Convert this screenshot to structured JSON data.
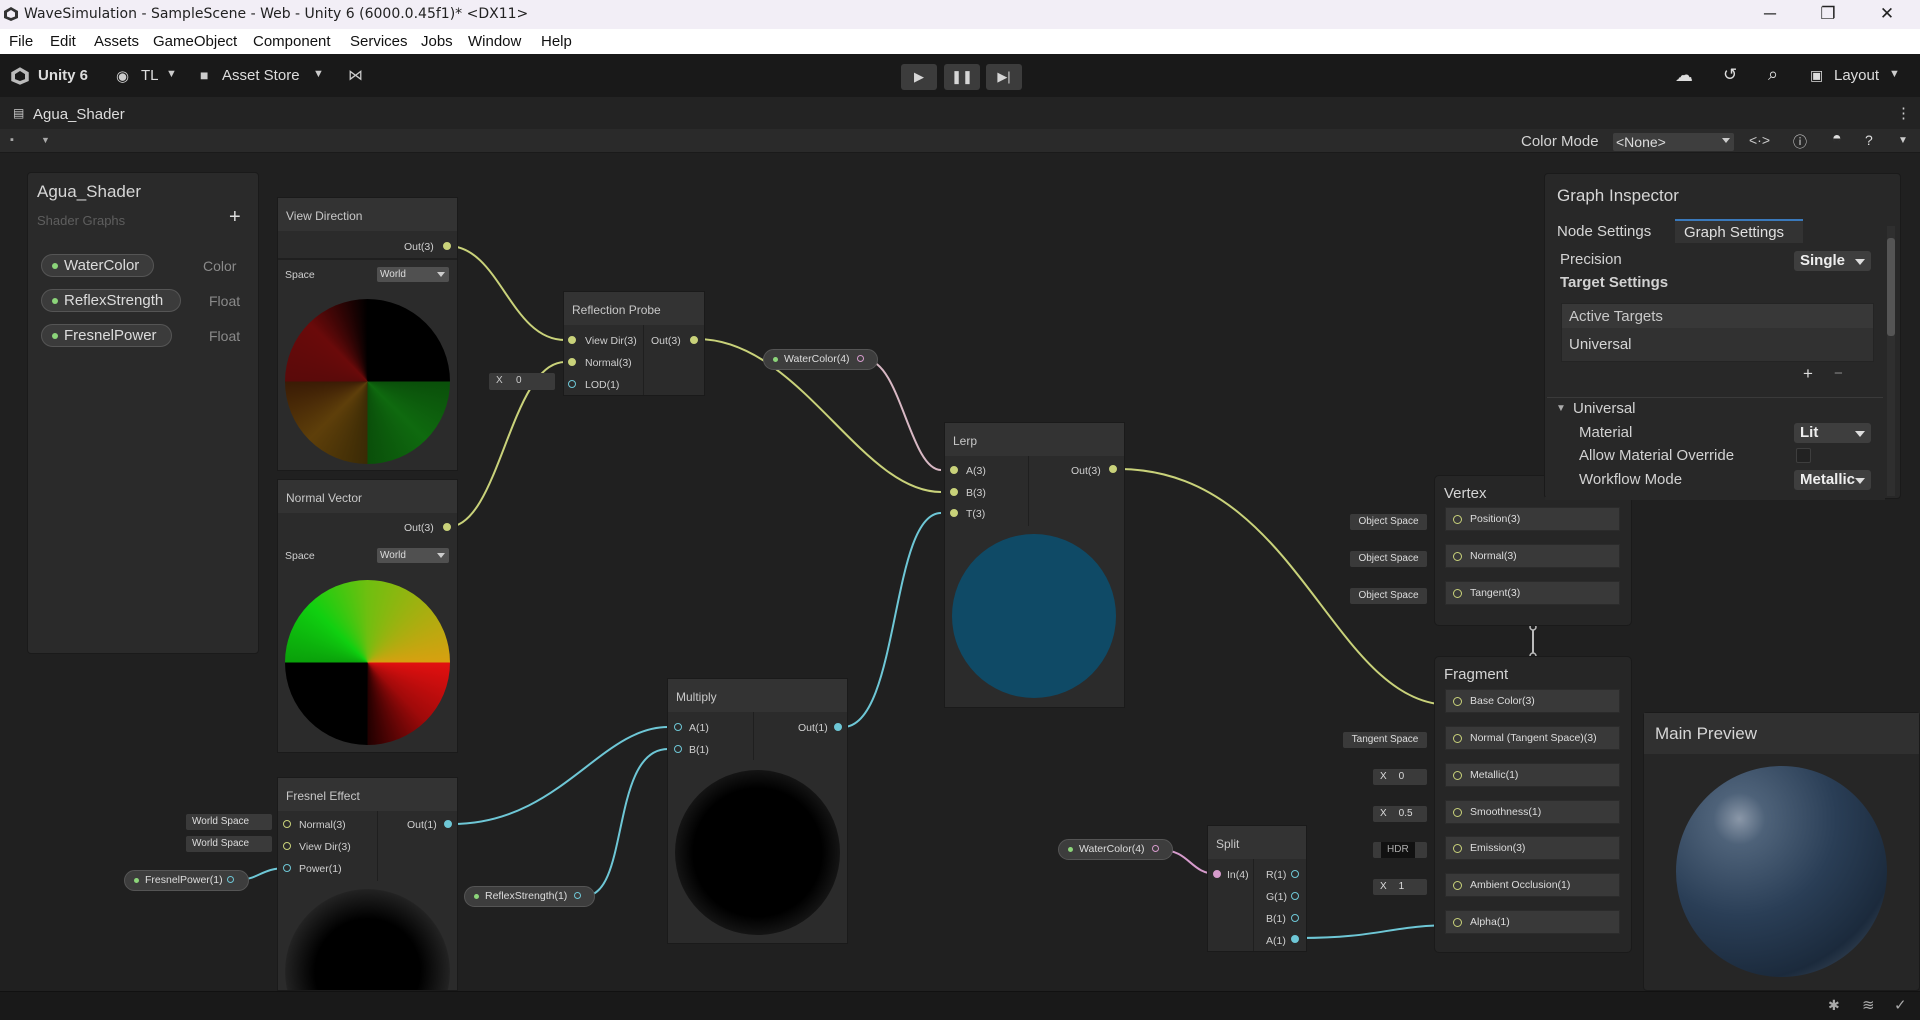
{
  "window": {
    "title": "WaveSimulation - SampleScene - Web - Unity 6 (6000.0.45f1)* <DX11>"
  },
  "menu": [
    "File",
    "Edit",
    "Assets",
    "GameObject",
    "Component",
    "Services",
    "Jobs",
    "Window",
    "Help"
  ],
  "toolbar": {
    "unity_label": "Unity 6",
    "account_label": "TL",
    "asset_store_label": "Asset Store",
    "layout_label": "Layout"
  },
  "tab": {
    "title": "Agua_Shader"
  },
  "graph_toolbar": {
    "color_mode_label": "Color Mode",
    "color_mode_value": "<None>"
  },
  "blackboard": {
    "title": "Agua_Shader",
    "subtitle": "Shader Graphs",
    "add_symbol": "+",
    "properties": [
      {
        "name": "WaterColor",
        "type": "Color"
      },
      {
        "name": "ReflexStrength",
        "type": "Float"
      },
      {
        "name": "FresnelPower",
        "type": "Float"
      }
    ]
  },
  "nodes": {
    "view_direction": {
      "title": "View Direction",
      "out": "Out(3)",
      "space_label": "Space",
      "space_value": "World"
    },
    "normal_vector": {
      "title": "Normal Vector",
      "out": "Out(3)",
      "space_label": "Space",
      "space_value": "World"
    },
    "reflection_probe": {
      "title": "Reflection Probe",
      "in1": "View Dir(3)",
      "in2": "Normal(3)",
      "in3": "LOD(1)",
      "out": "Out(3)",
      "lod_axis": "X",
      "lod_value": "0"
    },
    "lerp": {
      "title": "Lerp",
      "in1": "A(3)",
      "in2": "B(3)",
      "in3": "T(3)",
      "out": "Out(3)"
    },
    "multiply": {
      "title": "Multiply",
      "in1": "A(1)",
      "in2": "B(1)",
      "out": "Out(1)"
    },
    "fresnel": {
      "title": "Fresnel Effect",
      "in1": "Normal(3)",
      "in2": "View Dir(3)",
      "in3": "Power(1)",
      "out": "Out(1)",
      "space1": "World Space",
      "space2": "World Space"
    },
    "split": {
      "title": "Split",
      "in1": "In(4)",
      "out1": "R(1)",
      "out2": "G(1)",
      "out3": "B(1)",
      "out4": "A(1)"
    },
    "watercolor_prop1": "WaterColor(4)",
    "watercolor_prop2": "WaterColor(4)",
    "fresnelpower_prop": "FresnelPower(1)",
    "reflex_prop": "ReflexStrength(1)"
  },
  "vertex": {
    "title": "Vertex",
    "rows": [
      {
        "label": "Position(3)",
        "input": "Object Space"
      },
      {
        "label": "Normal(3)",
        "input": "Object Space"
      },
      {
        "label": "Tangent(3)",
        "input": "Object Space"
      }
    ]
  },
  "fragment": {
    "title": "Fragment",
    "rows": [
      {
        "label": "Base Color(3)",
        "input": ""
      },
      {
        "label": "Normal (Tangent Space)(3)",
        "input": "Tangent Space"
      },
      {
        "label": "Metallic(1)",
        "input": "0",
        "axis": "X"
      },
      {
        "label": "Smoothness(1)",
        "input": "0.5",
        "axis": "X"
      },
      {
        "label": "Emission(3)",
        "input": "HDR"
      },
      {
        "label": "Ambient Occlusion(1)",
        "input": "1",
        "axis": "X"
      },
      {
        "label": "Alpha(1)",
        "input": ""
      }
    ]
  },
  "inspector": {
    "title": "Graph Inspector",
    "tab_node": "Node Settings",
    "tab_graph": "Graph Settings",
    "precision_label": "Precision",
    "precision_value": "Single",
    "target_settings": "Target Settings",
    "active_targets": "Active Targets",
    "universal_item": "Universal",
    "add_symbol": "+",
    "remove_symbol": "−",
    "universal_section": "Universal",
    "material_label": "Material",
    "material_value": "Lit",
    "allow_override_label": "Allow Material Override",
    "workflow_label": "Workflow Mode",
    "workflow_value": "Metallic"
  },
  "main_preview": {
    "title": "Main Preview"
  },
  "colors": {
    "water": "#0f4a66",
    "vector_wire": "#c9d27a",
    "float_wire": "#6ec7d6",
    "color_wire": "#d69bcc"
  }
}
